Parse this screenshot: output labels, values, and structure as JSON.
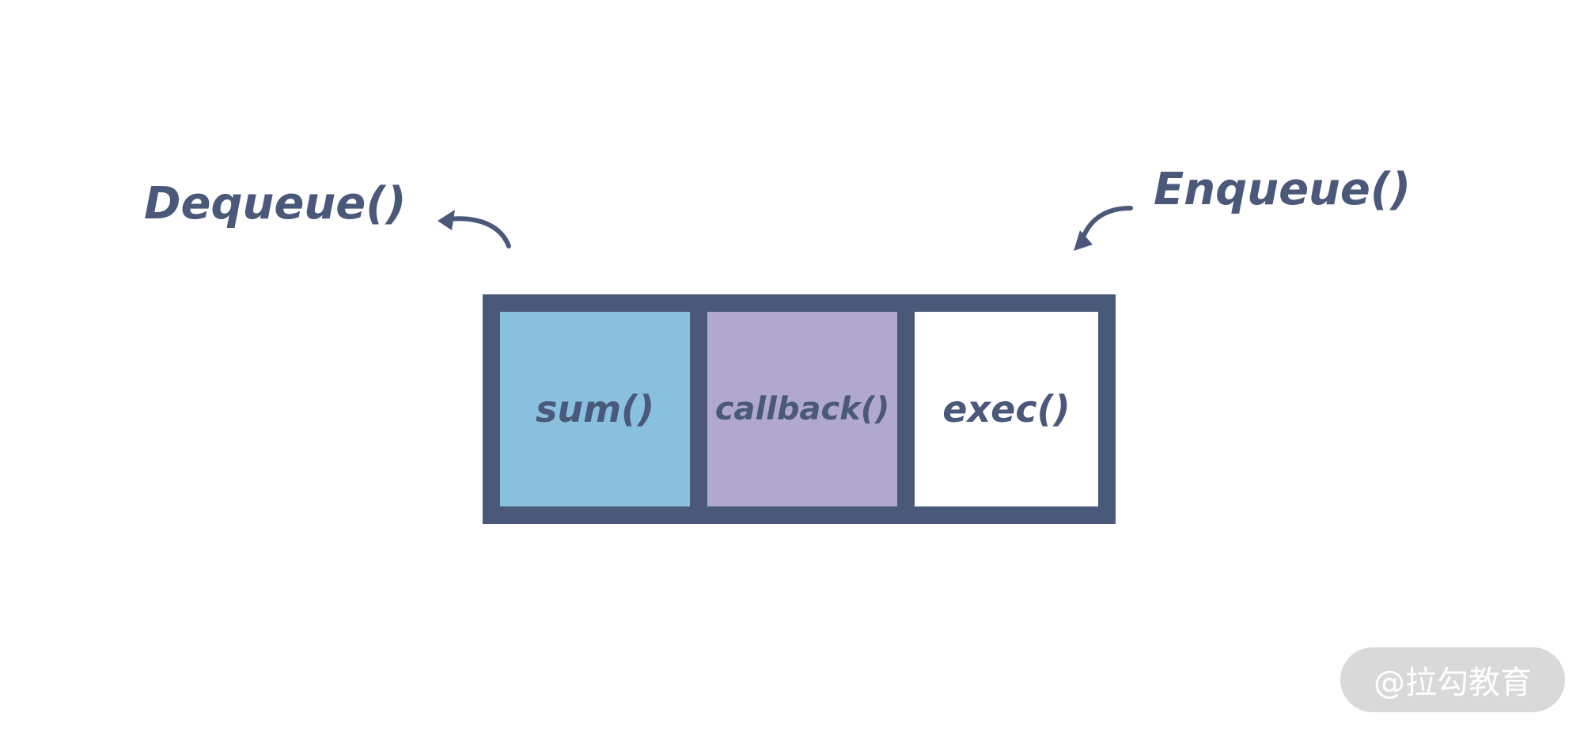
{
  "diagram": {
    "dequeue_label": "Dequeue()",
    "enqueue_label": "Enqueue()",
    "queue": {
      "cells": [
        {
          "label": "sum()",
          "fill": "#88c0de"
        },
        {
          "label": "callback()",
          "fill": "#b0a8cf"
        },
        {
          "label": "exec()",
          "fill": "#ffffff"
        }
      ]
    },
    "arrows": {
      "dequeue_arrow_icon": "curved-arrow-out-icon",
      "enqueue_arrow_icon": "curved-arrow-in-icon"
    },
    "watermark": "@拉勾教育"
  },
  "colors": {
    "ink": "#4a587a",
    "watermark_bg": "#d9d9d9",
    "watermark_text": "#ffffff"
  }
}
